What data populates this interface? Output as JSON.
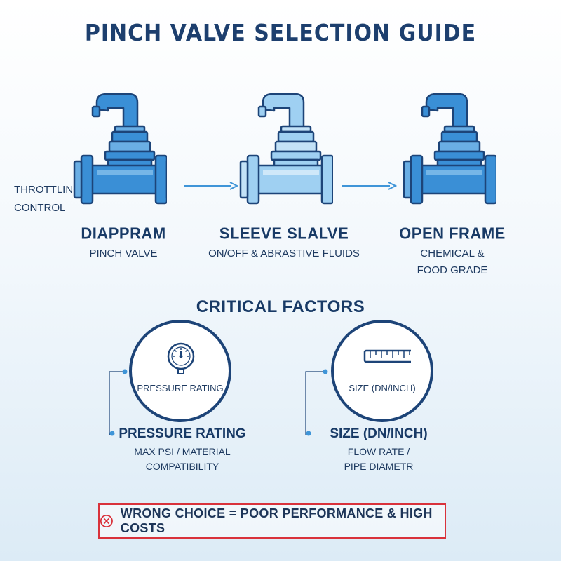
{
  "title": "PINCH VALVE SELECTION GUIDE",
  "side_label": [
    "THROTTLING",
    "CONTROL"
  ],
  "valves": [
    {
      "name": "DIAPPRAM",
      "subtitle": [
        "PINCH VALVE"
      ],
      "icon": "pinch-valve-icon"
    },
    {
      "name": "SLEEVE SLALVE",
      "subtitle": [
        "ON/OFF & ABRASTIVE FLUIDS"
      ],
      "icon": "pinch-valve-icon"
    },
    {
      "name": "OPEN FRAME",
      "subtitle": [
        "CHEMICAL &",
        "FOOD GRADE"
      ],
      "icon": "pinch-valve-icon"
    }
  ],
  "critical": {
    "title": "CRITICAL FACTORS",
    "factors": [
      {
        "circle_label": "PRESSURE RATING",
        "icon": "pressure-gauge-icon",
        "name": "PRESSURE RATING",
        "subtitle": [
          "MAX PSI / MATERIAL",
          "COMPATIBILITY"
        ]
      },
      {
        "circle_label": "SIZE (DN/INCH)",
        "icon": "ruler-icon",
        "name": "SIZE (DN/INCH)",
        "subtitle": [
          "FLOW RATE /",
          "PIPE DIAMETR"
        ]
      }
    ]
  },
  "warning": {
    "icon": "x-circle-icon",
    "text": "WRONG CHOICE = POOR PERFORMANCE & HIGH COSTS"
  },
  "colors": {
    "dark_blue": "#1d4478",
    "valve_blue": "#3a8fd6",
    "valve_light": "#9fd0f2",
    "arrow_blue": "#3f95d8",
    "warning_red": "#d9323b"
  }
}
